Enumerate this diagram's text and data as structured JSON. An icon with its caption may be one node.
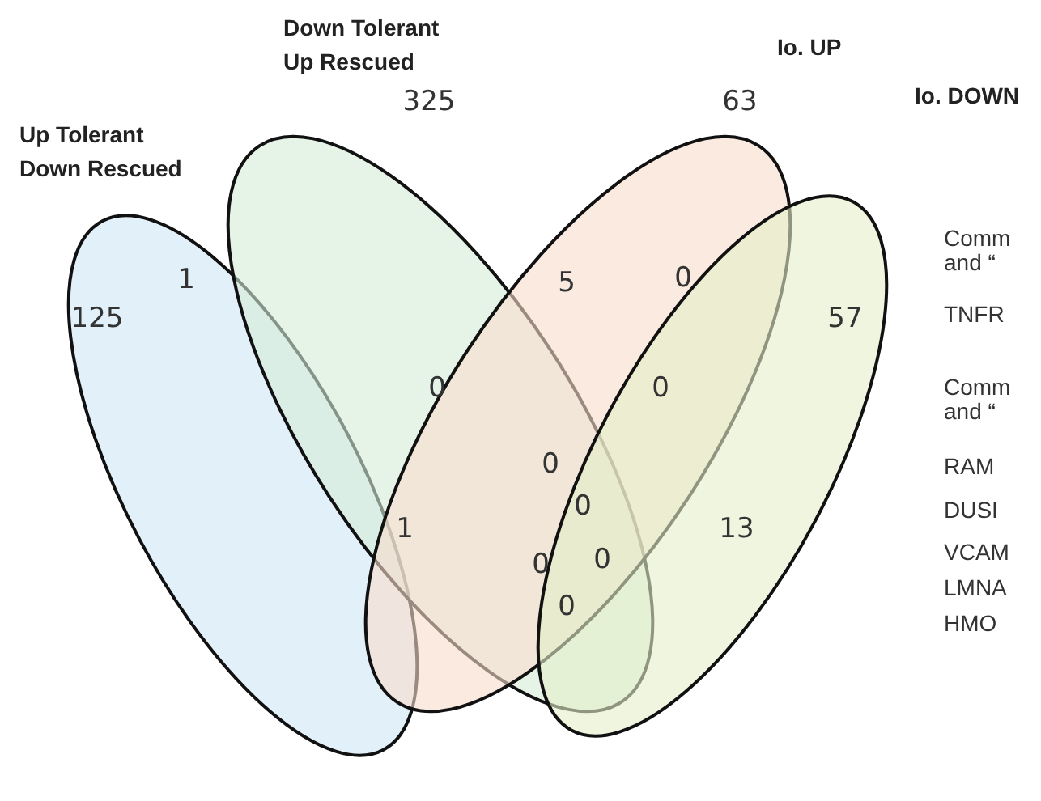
{
  "diagram": {
    "nodes": [
      {
        "text": [
          "Up Tolerant Down Rescued"
        ]
      },
      {
        "text": [
          "Down Tolerant Up Rescued"
        ]
      },
      {
        "text": [
          "Io. UP"
        ]
      },
      {
        "text": [
          "Io. DOWN"
        ]
      }
    ],
    "labels": [
      "325",
      "63",
      "1",
      "5",
      "0",
      "125",
      "57",
      "0",
      "0",
      "0",
      "0",
      "1",
      "13",
      "0",
      "0",
      "0",
      "Comm and “",
      "TNFR",
      "Comm and “",
      "RAM",
      "DUSI",
      "VCAM",
      "LMNA",
      "HMO"
    ]
  }
}
